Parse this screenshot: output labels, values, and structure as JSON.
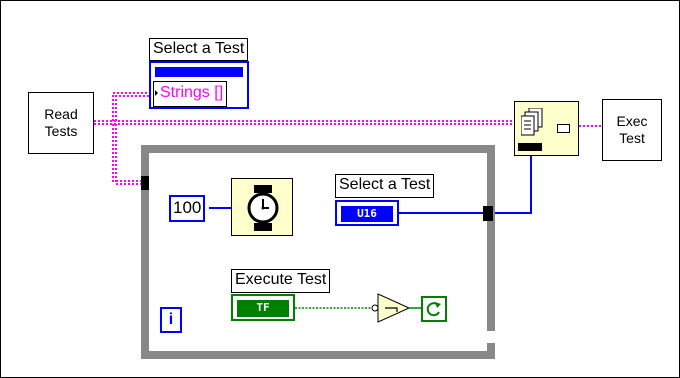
{
  "colors": {
    "string_wire": "#ff00ff",
    "numeric_wire": "#0000ff",
    "boolean_wire": "#008000",
    "loop_frame": "#888888",
    "node_fill": "#ffffcc"
  },
  "diagram": {
    "read_tests": {
      "line1": "Read",
      "line2": "Tests"
    },
    "exec_test": {
      "line1": "Exec",
      "line2": "Test"
    },
    "select_test_top": {
      "label": "Select a Test",
      "ring_text": "Strings []"
    },
    "constant_100": {
      "value": "100"
    },
    "select_test_inner": {
      "label": "Select a Test",
      "type": "U16"
    },
    "execute_test": {
      "label": "Execute Test",
      "type": "TF"
    },
    "iteration_terminal": {
      "text": "i"
    },
    "wait_icon": "stopwatch-icon",
    "index_icon": "index-array-icon",
    "not_icon": "not-function-icon",
    "stop_icon": "loop-condition-icon"
  }
}
